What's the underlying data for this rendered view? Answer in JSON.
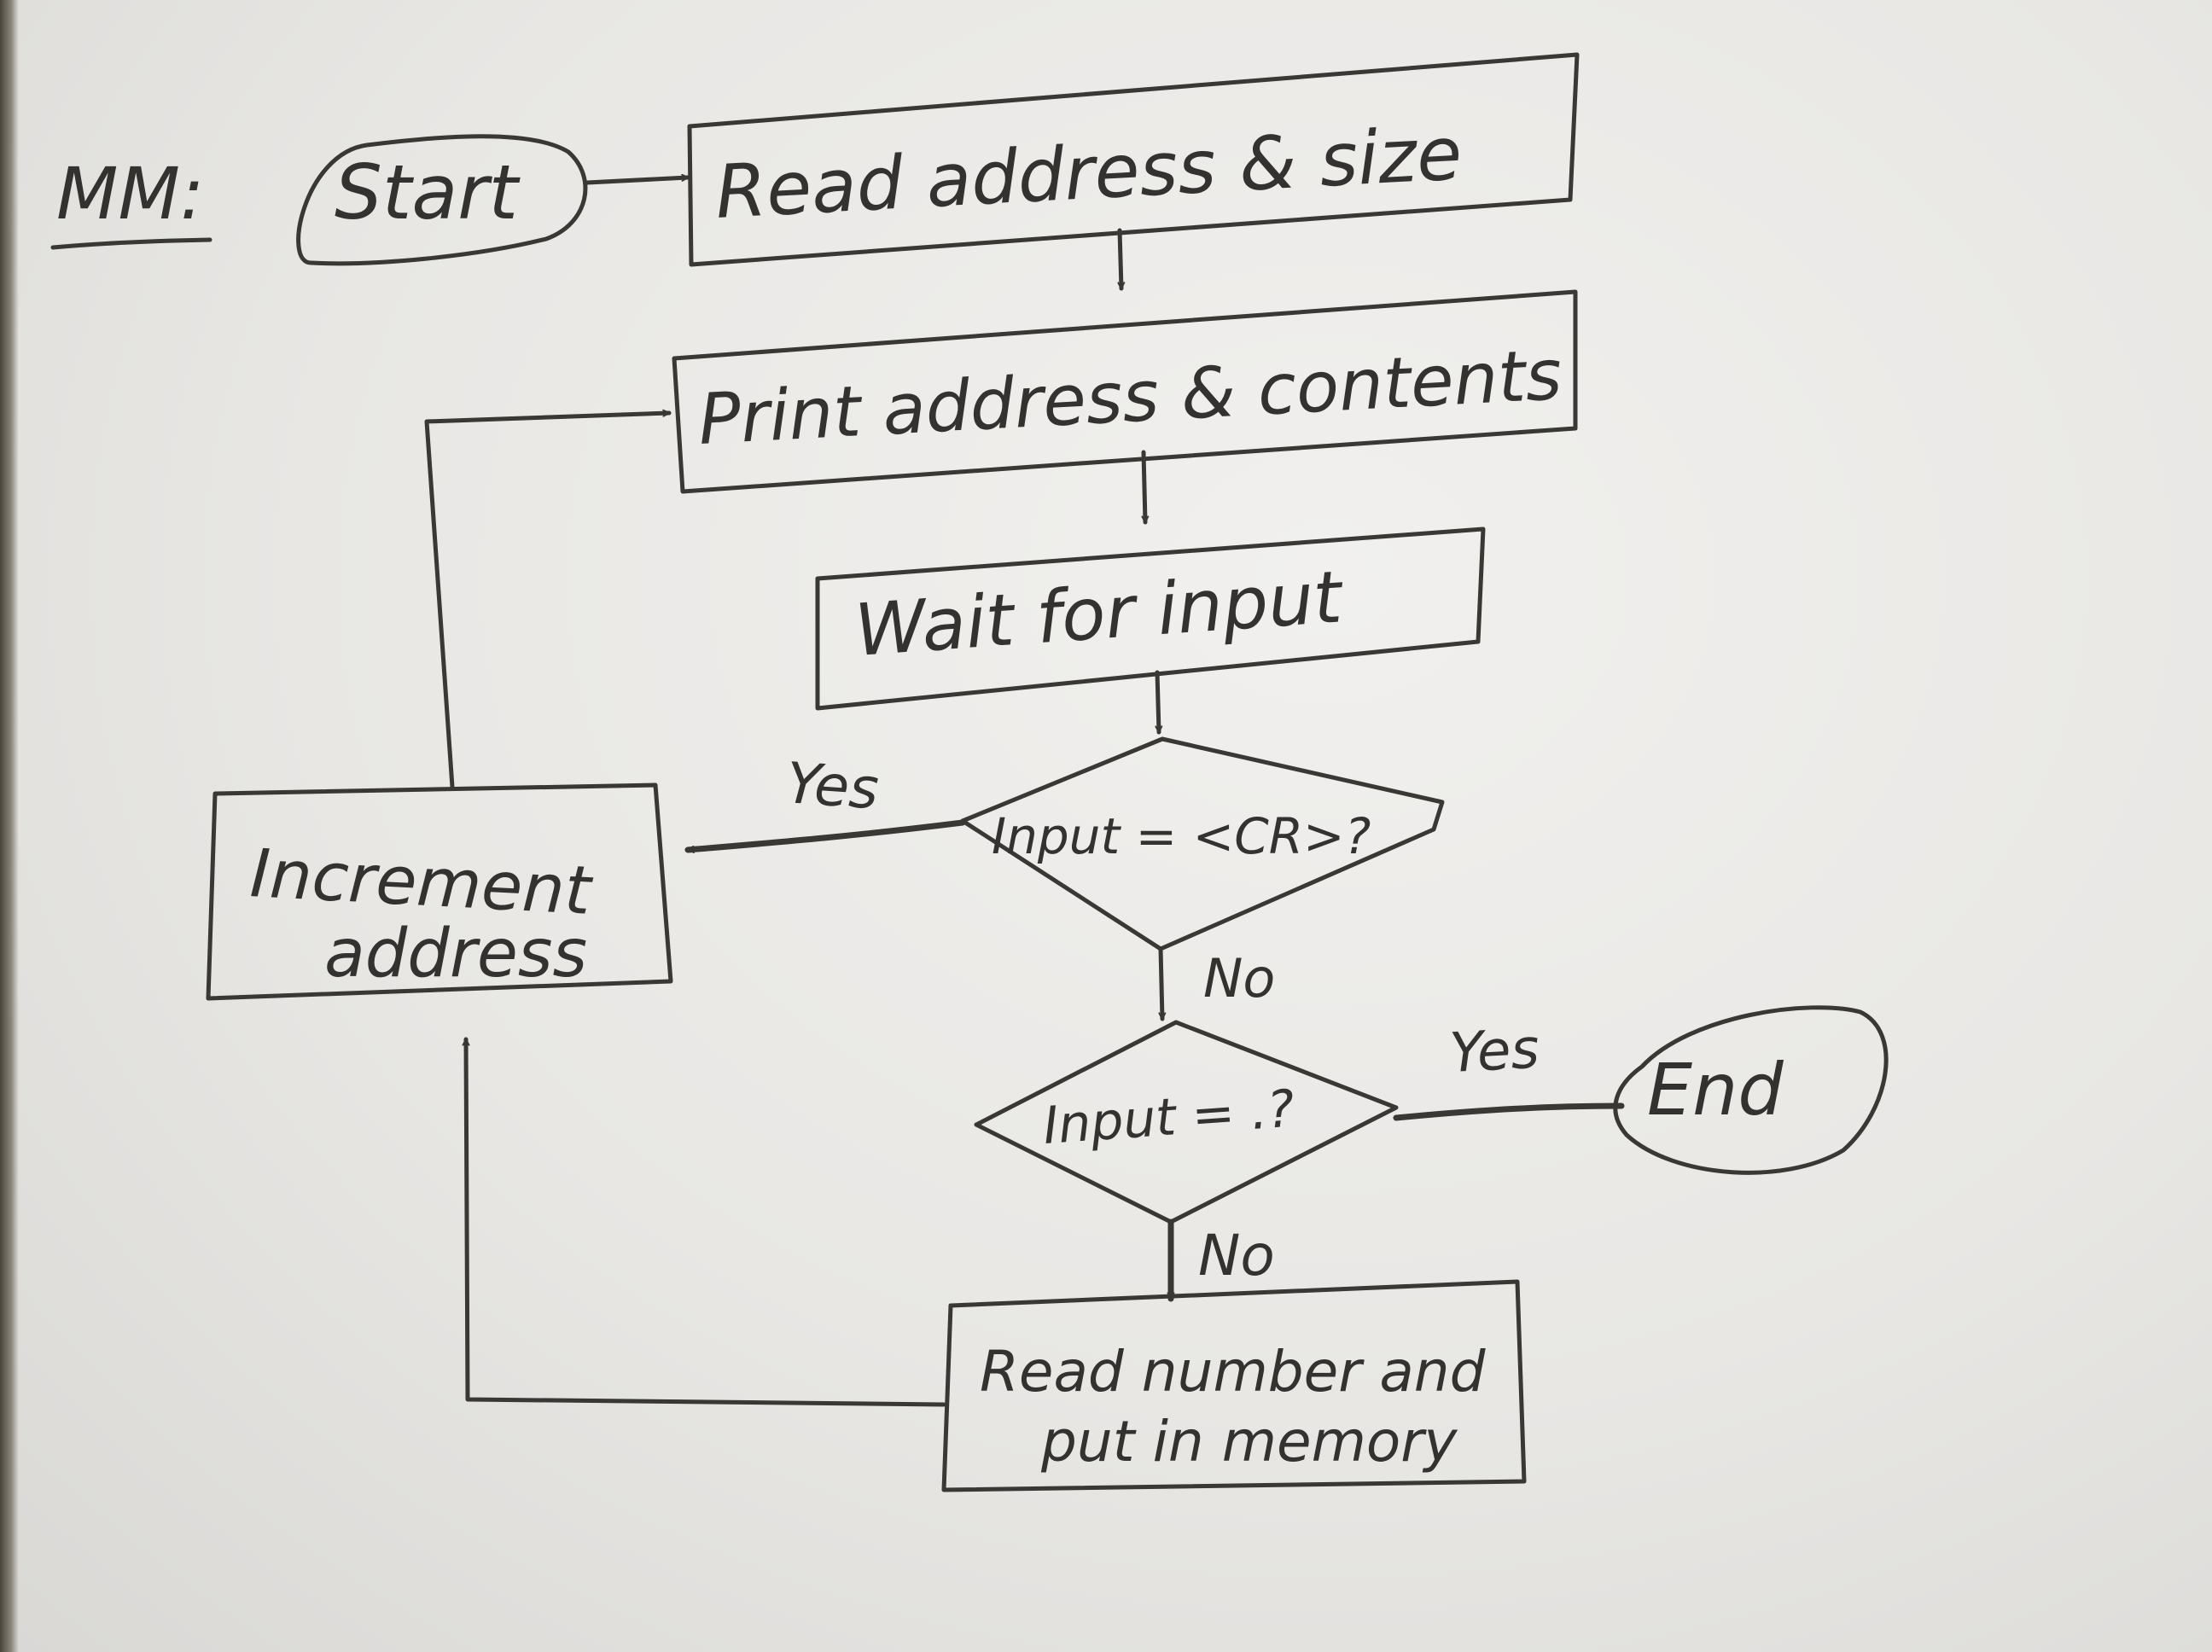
{
  "diagram": {
    "heading": "MM:",
    "nodes": {
      "start": "Start",
      "read_address": "Read address & size",
      "print_address": "Print address & contents",
      "wait_input": "Wait for input",
      "decision_cr": "Input = <CR>?",
      "increment": [
        "Increment",
        "address"
      ],
      "decision_dot": "Input = .?",
      "end": "End",
      "read_number": [
        "Read number and",
        "put in memory"
      ]
    },
    "edge_labels": {
      "cr_yes": "Yes",
      "cr_no": "No",
      "dot_yes": "Yes",
      "dot_no": "No"
    }
  }
}
